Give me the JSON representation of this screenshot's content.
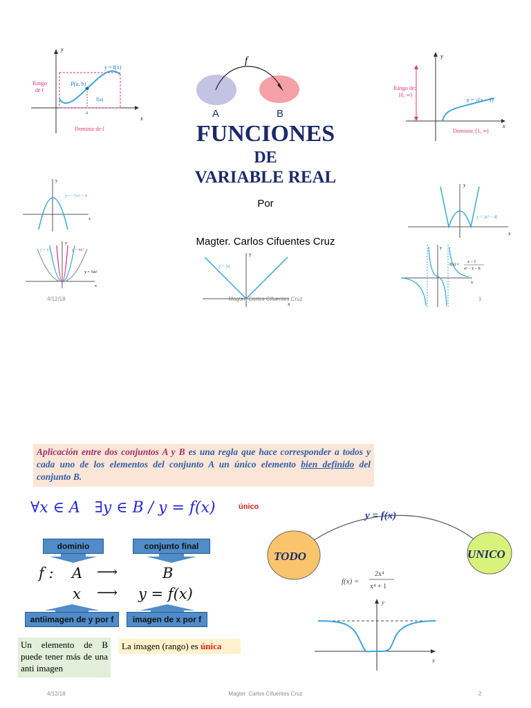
{
  "slide1": {
    "title": "FUNCIONES",
    "subtitle_de": "DE",
    "subtitle_main": "VARIABLE REAL",
    "by": "Por",
    "author": "Magter. Carlos Cifuentes Cruz",
    "sets_diagram": {
      "f": "f",
      "a": "A",
      "b": "B"
    },
    "graph_domain_range": {
      "y": "y",
      "x": "x",
      "curve": "y = f(x)",
      "point": "P(a, b)",
      "fa": "f(a)",
      "a": "a",
      "range": "Rango",
      "range2": "de f",
      "domain": "Dominio de f"
    },
    "graph_sqrt": {
      "y": "y",
      "x": "x",
      "curve": "y = √(x − 1)",
      "range": "Rango de:",
      "range2": "[0, ∞)",
      "domain": "Dominio: [1, ∞)"
    },
    "graph_parabola": {
      "y": "y",
      "x": "x",
      "curve": "y = −½x² + 4"
    },
    "graph_parabolas": {
      "y": "y",
      "x": "x",
      "c1": "y = x²",
      "c2": "y = 4x²",
      "c3": "y = ⅛x²"
    },
    "graph_abs": {
      "y": "y",
      "x": "x",
      "curve": "y = |x|"
    },
    "graph_abs_quad": {
      "y": "y",
      "x": "x",
      "curve": "y = |x² − 4|"
    },
    "graph_rational": {
      "y": "y",
      "x": "x",
      "lhs": "f(x) =",
      "num": "x − 1",
      "den": "x² − x − 6"
    },
    "footer": {
      "date": "4/12/18",
      "author": "Magter. Carlos Cifuentes Cruz",
      "page": "1"
    }
  },
  "slide2": {
    "definition": {
      "part1": "Aplicación entre dos conjuntos A y B",
      "part2": " es una regla que hace corresponder a todos y cada uno de los elementos del conjunto A un único elemento ",
      "underlined": "bien definido",
      "part3": " del conjunto B."
    },
    "formula": "∀x ∈ A   ∃y ∈ B / y = f(x)",
    "formula_note": "único",
    "callouts": {
      "domain": "dominio",
      "codomain": "conjunto final",
      "preimage": "antiimagen de y por f",
      "image": "imagen de x por f"
    },
    "mapping": {
      "f": "f :",
      "a": "A",
      "arrow": "⟶",
      "b": "B",
      "x": "x",
      "y": "y = f(x)"
    },
    "note_green": "Un elemento de B puede tener más de una anti imagen",
    "note_yellow": "La imagen (rango) es ",
    "note_yellow_emph": "única",
    "diagram": {
      "arc_label": "y = f(x)",
      "from": "TODO",
      "to": "UNICO"
    },
    "function": {
      "lhs": "f(x) =",
      "num": "2x⁴",
      "den": "x⁴ + 1",
      "y": "y",
      "x": "x"
    },
    "footer": {
      "date": "4/12/18",
      "author": "Magter. Carlos Cifuentes Cruz",
      "page": "2"
    }
  },
  "colors": {
    "title": "#1b2a6b",
    "curve": "#3aa6dc",
    "accent": "#e0307a",
    "def_bg": "#fbe5d6",
    "callout": "#4f8cc9",
    "todo": "#f9c46b",
    "unico": "#d9f27a"
  }
}
